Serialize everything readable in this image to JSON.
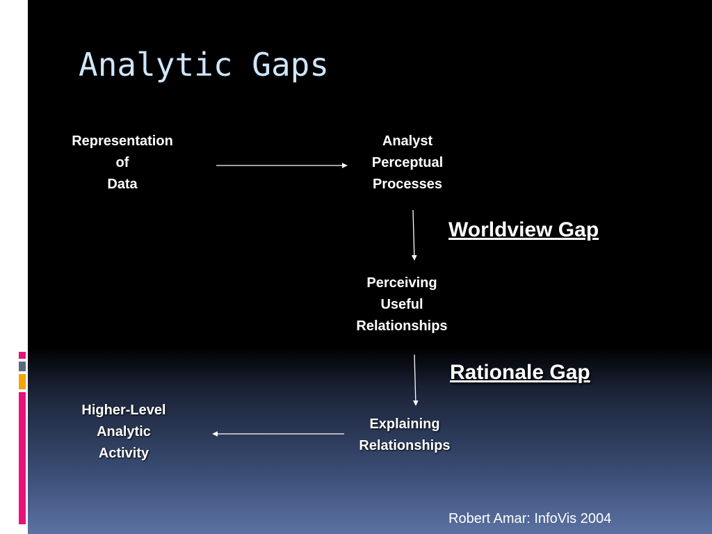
{
  "slide": {
    "title": "Analytic Gaps",
    "nodes": {
      "representation": [
        "Representation",
        "of",
        "Data"
      ],
      "analyst_perceptual": [
        "Analyst",
        "Perceptual",
        "Processes"
      ],
      "perceiving_useful": [
        "Perceiving",
        "Useful",
        "Relationships"
      ],
      "explaining": [
        "Explaining",
        "Relationships"
      ],
      "higher_level": [
        "Higher-Level",
        "Analytic",
        "Activity"
      ]
    },
    "gaps": {
      "worldview": "Worldview Gap",
      "rationale": "Rationale Gap"
    },
    "credit": "Robert Amar: InfoVis 2004"
  },
  "colors": {
    "title": "#cfe6fb",
    "text": "#ffffff",
    "strip_accent_pink": "#e8127a",
    "strip_accent_gray": "#5b6b7d",
    "strip_accent_orange": "#f2a400"
  }
}
